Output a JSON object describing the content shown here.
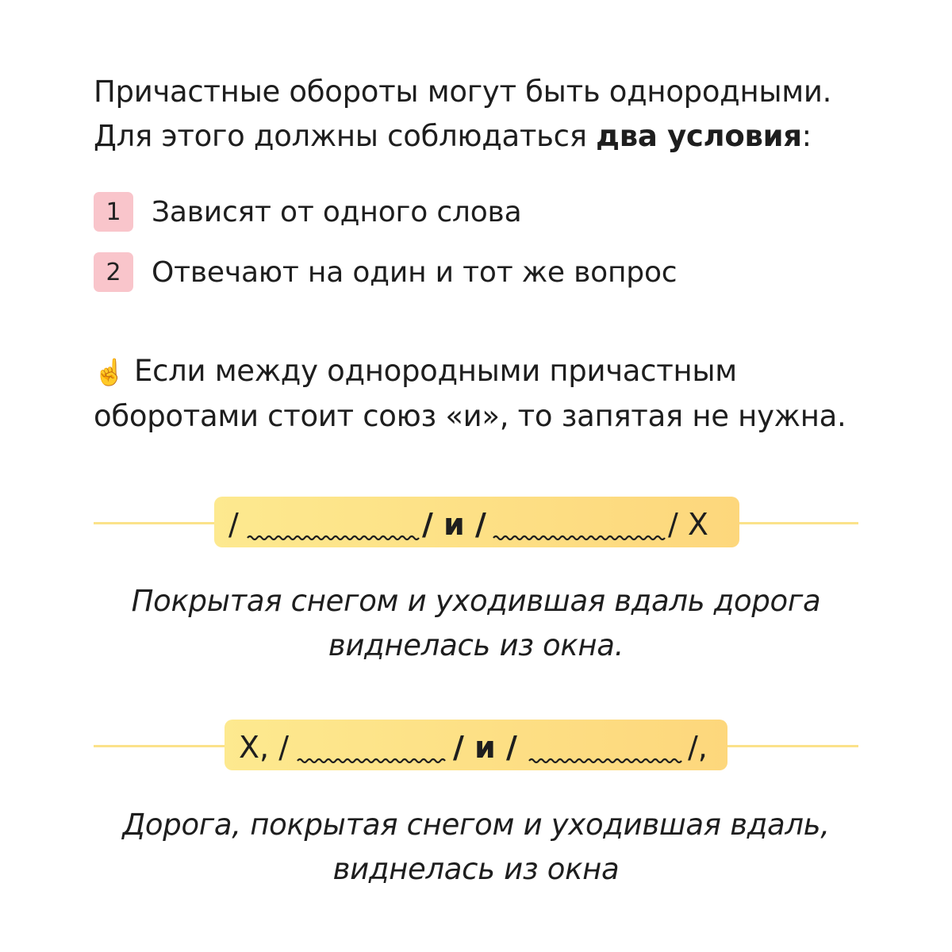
{
  "intro": {
    "line1": "Причастные обороты могут быть однородными.",
    "line2_pre": "Для этого должны соблюдаться ",
    "line2_bold": "два условия",
    "line2_post": ":"
  },
  "conditions": [
    {
      "num": "1",
      "text": "Зависят от одного слова"
    },
    {
      "num": "2",
      "text": "Отвечают на один и тот же вопрос"
    }
  ],
  "note": {
    "emoji": "☝️",
    "text_line1": "Если между однородными причастным",
    "text_line2": "оборотами стоит союз «и», то запятая не нужна."
  },
  "scheme1": {
    "slash": "/",
    "conj": "/ и /",
    "end": "/ X"
  },
  "example1": {
    "line1": "Покрытая снегом и уходившая вдаль дорога",
    "line2": "виднелась из окна."
  },
  "scheme2": {
    "start": "X, /",
    "conj": "/ и /",
    "end": "/,"
  },
  "example2": {
    "line1": "Дорога, покрытая снегом и уходившая вдаль,",
    "line2": "виднелась из окна"
  },
  "colors": {
    "badge": "#f9c5cb",
    "pill_start": "#fde98f",
    "pill_end": "#fdd77c",
    "line": "#fbe28a"
  }
}
